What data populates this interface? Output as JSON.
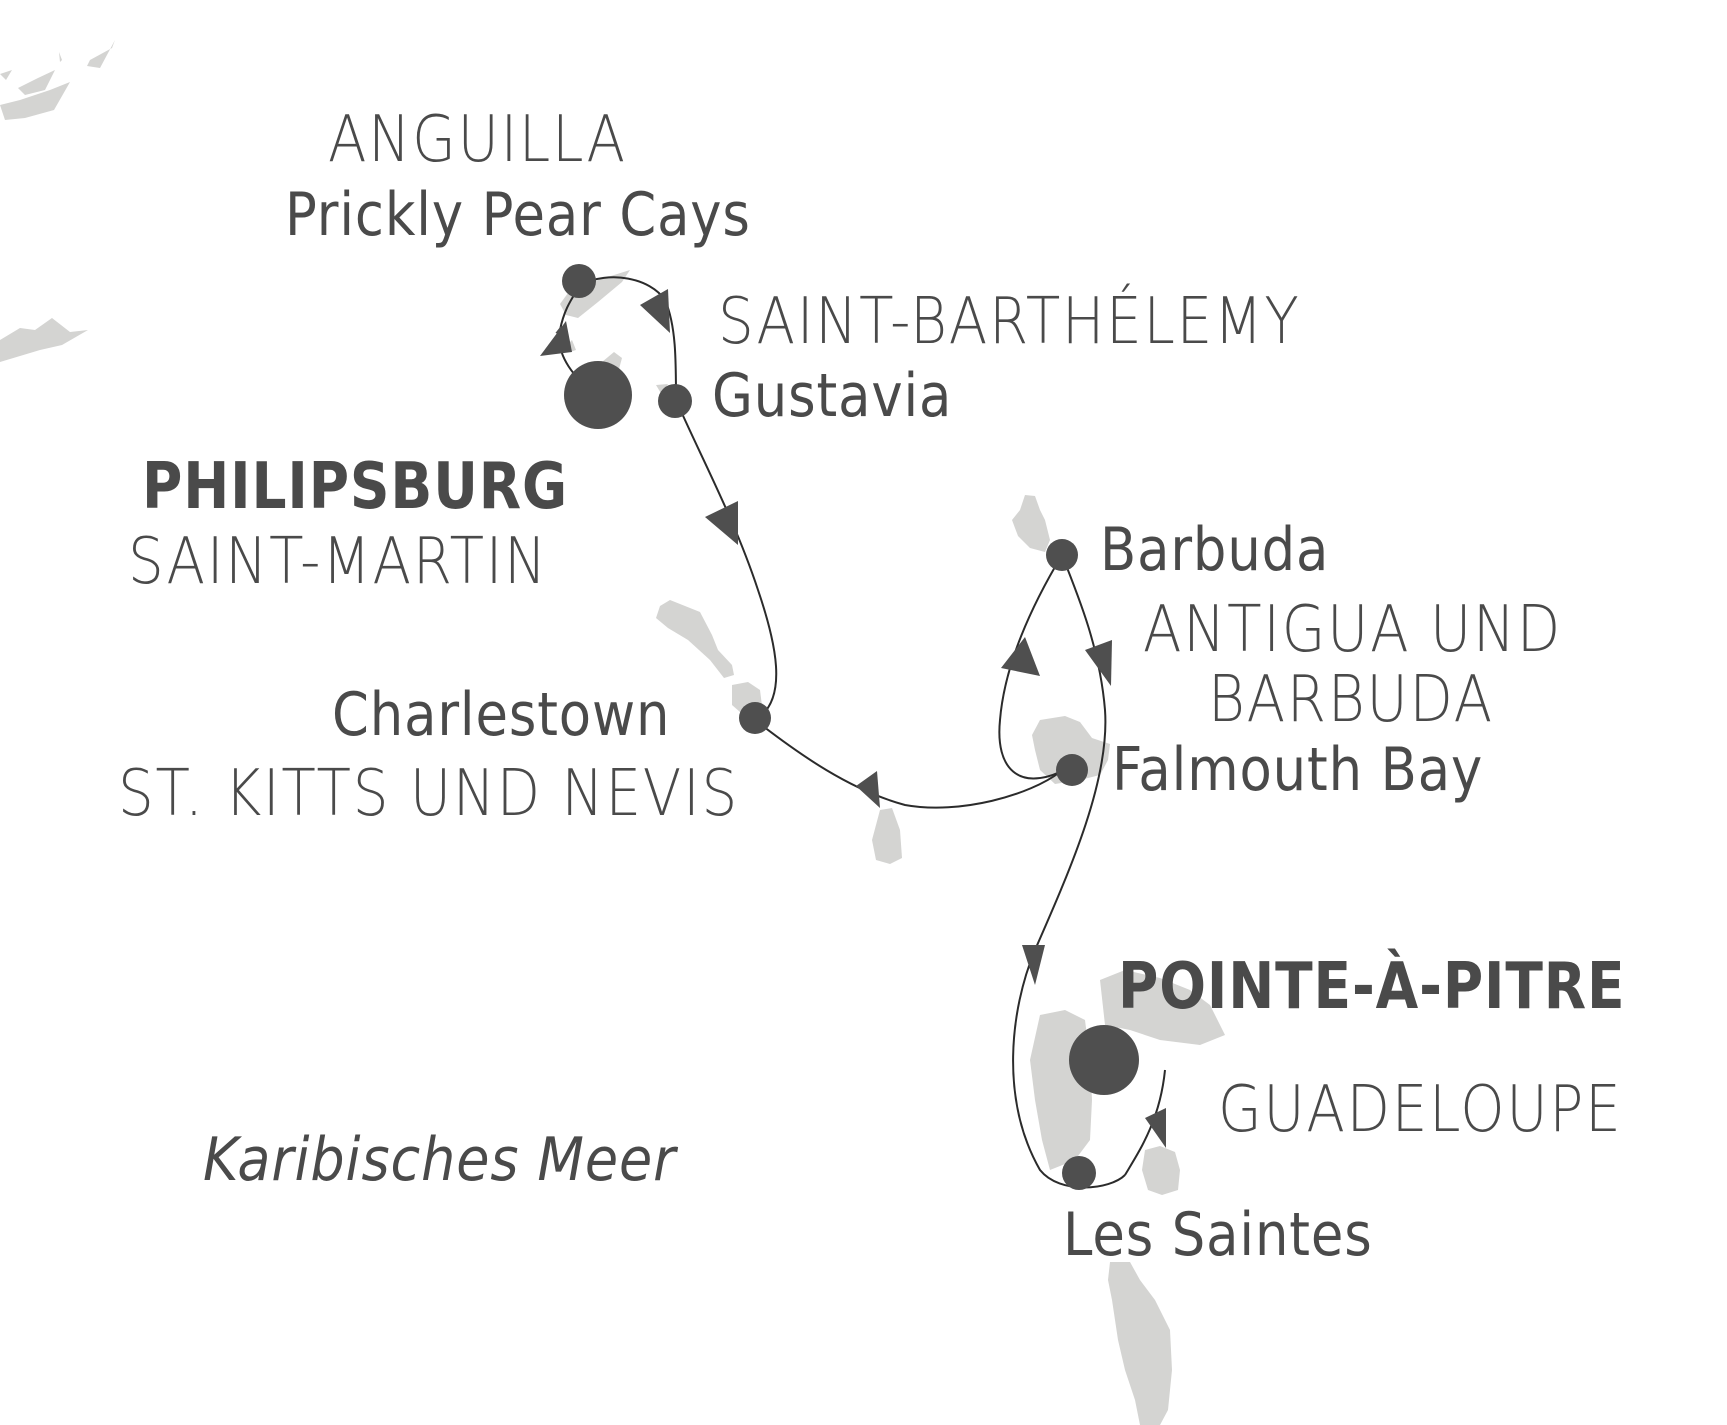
{
  "map": {
    "colors": {
      "background": "#ffffff",
      "land": "#d4d4d2",
      "route": "#2b2b2b",
      "marker": "#4f4f4f",
      "text": "#4a4a4a"
    },
    "sea_label": "Karibisches Meer",
    "countries": [
      {
        "id": "anguilla",
        "label": "ANGUILLA"
      },
      {
        "id": "saint-barthelemy",
        "label": "SAINT-BARTHÉLEMY"
      },
      {
        "id": "saint-martin",
        "label": "SAINT-MARTIN"
      },
      {
        "id": "st-kitts-nevis",
        "label": "ST. KITTS UND NEVIS"
      },
      {
        "id": "antigua-barbuda-1",
        "label": "ANTIGUA UND"
      },
      {
        "id": "antigua-barbuda-2",
        "label": "BARBUDA"
      },
      {
        "id": "guadeloupe",
        "label": "GUADELOUPE"
      }
    ],
    "ports": [
      {
        "id": "philipsburg",
        "label": "PHILIPSBURG",
        "type": "embarkation"
      },
      {
        "id": "prickly-pear-cays",
        "label": "Prickly Pear Cays",
        "type": "stop"
      },
      {
        "id": "gustavia",
        "label": "Gustavia",
        "type": "stop"
      },
      {
        "id": "charlestown",
        "label": "Charlestown",
        "type": "stop"
      },
      {
        "id": "barbuda",
        "label": "Barbuda",
        "type": "stop"
      },
      {
        "id": "falmouth-bay",
        "label": "Falmouth Bay",
        "type": "stop"
      },
      {
        "id": "les-saintes",
        "label": "Les Saintes",
        "type": "stop"
      },
      {
        "id": "pointe-a-pitre",
        "label": "POINTE-À-PITRE",
        "type": "disembarkation"
      }
    ],
    "route_order": [
      "Philipsburg",
      "Prickly Pear Cays",
      "Gustavia",
      "Charlestown",
      "Falmouth Bay",
      "Barbuda",
      "Falmouth Bay",
      "Les Saintes",
      "Pointe-à-Pitre"
    ]
  }
}
